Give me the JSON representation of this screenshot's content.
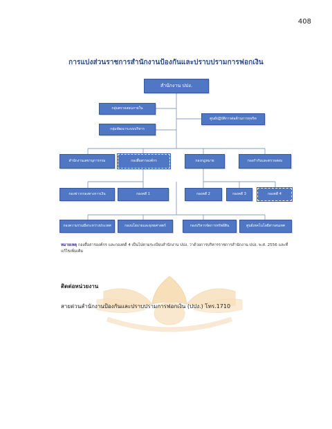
{
  "page_number": "408",
  "chart": {
    "title": "การแบ่งส่วนราชการสำนักงานป้องกันและปราบปรามการฟอกเงิน",
    "top": "สำนักงาน ปปง.",
    "staff_left": [
      "กลุ่มตรวจสอบภายใน",
      "กลุ่มพัฒนาระบบบริหาร"
    ],
    "staff_right": "ศูนย์ปฏิบัติการต่อต้านการทุจริต",
    "row1": [
      "สำนักงานเลขานุการกรม",
      "กองสื่อสารองค์กร",
      "กองกฎหมาย",
      "กองกำกับและตรวจสอบ"
    ],
    "row2": [
      "กองข่าวกรองทางการเงิน",
      "กองคดี 1",
      "กองคดี 2",
      "กองคดี 3",
      "กองคดี 4"
    ],
    "row3": [
      "กองความร่วมมือระหว่างประเทศ",
      "กองนโยบายและยุทธศาสตร์",
      "กองบริหารจัดการทรัพย์สิน",
      "ศูนย์เทคโนโลยีสารสนเทศ"
    ]
  },
  "note": {
    "label": "หมายเหตุ",
    "text": " กองสื่อสารองค์กร และกองคดี 4 เป็นไปตามระเบียบสำนักงาน ปปง. ว่าด้วยการบริหารราชการสำนักงาน ปปง. พ.ศ. 2556 และที่แก้ไขเพิ่มเติม"
  },
  "contact": {
    "heading": "ติดต่อหน่วยงาน",
    "text": "สายด่วนสำนักงานป้องกันและปราบปรามการฟอกเงิน (ปปง.) โทร.1710"
  },
  "watermark_icon": "garuda-emblem-icon",
  "colors": {
    "box": "#4f77c4",
    "title": "#2b4a8a",
    "watermark": "#e8a43a"
  }
}
